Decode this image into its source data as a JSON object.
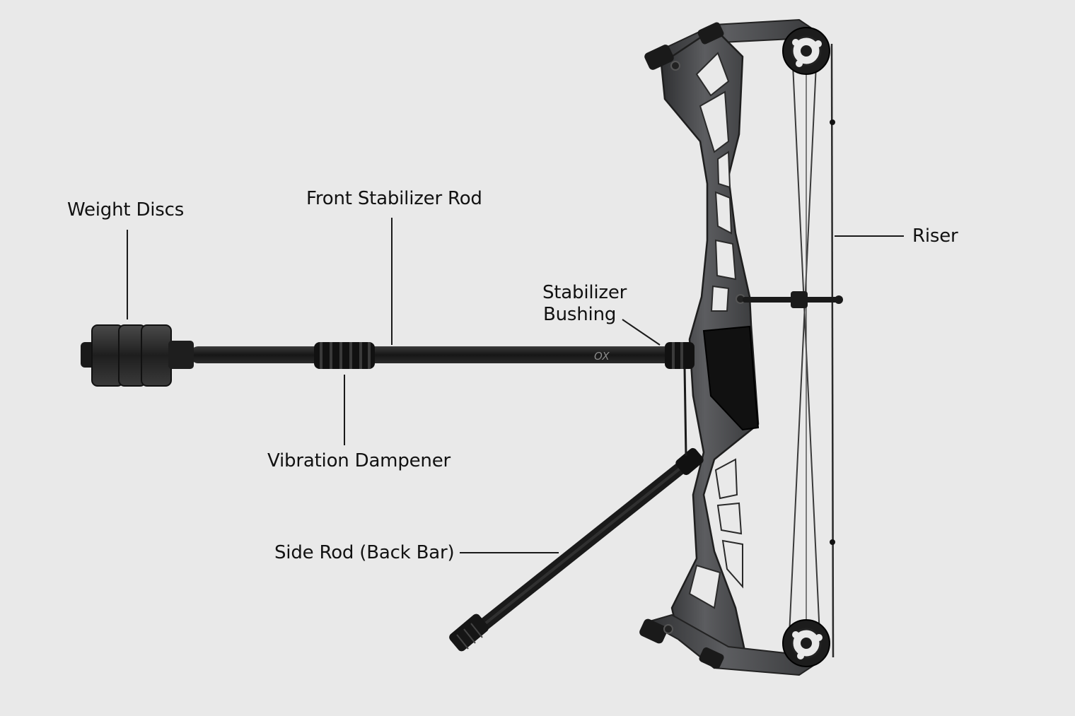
{
  "labels": {
    "weight_discs": "Weight Discs",
    "front_stabilizer_rod": "Front Stabilizer Rod",
    "stabilizer_bushing_line1": "Stabilizer",
    "stabilizer_bushing_line2": "Bushing",
    "riser": "Riser",
    "vibration_dampener": "Vibration Dampener",
    "side_rod": "Side Rod (Back Bar)"
  },
  "rod_mark": "OX",
  "colors": {
    "background": "#e9e9e9",
    "riser_metal": "#4a4b4d",
    "carbon": "#1c1c1c",
    "grip": "#111111",
    "label_text": "#111111"
  }
}
